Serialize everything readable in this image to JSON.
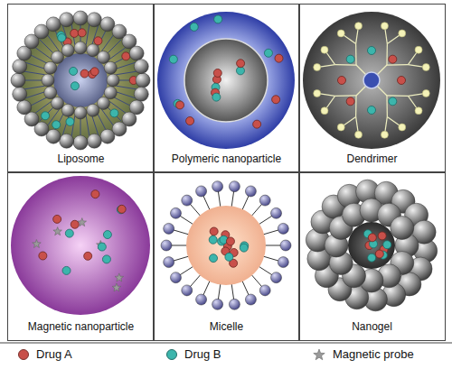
{
  "diagram": {
    "nodes": [
      {
        "text": [
          "Liposome"
        ]
      },
      {
        "text": [
          "Polymeric nanoparticle"
        ]
      },
      {
        "text": [
          "Dendrimer"
        ]
      },
      {
        "text": [
          "Magnetic nanoparticle"
        ]
      },
      {
        "text": [
          "Micelle"
        ]
      },
      {
        "text": [
          "Nanogel"
        ]
      }
    ],
    "legend": [
      {
        "text": "Drug A",
        "color": "#c8504a"
      },
      {
        "text": "Drug B",
        "color": "#3cb5ac"
      },
      {
        "text": "Magnetic probe"
      }
    ]
  }
}
